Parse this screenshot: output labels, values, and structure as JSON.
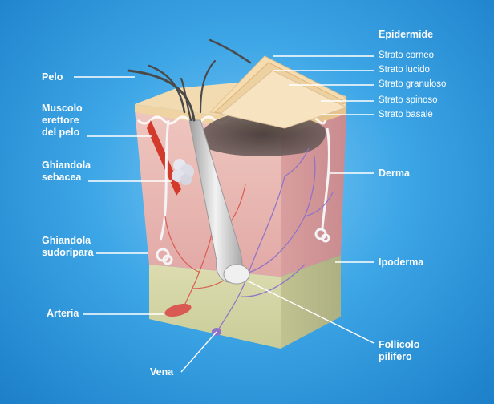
{
  "left_labels": {
    "pelo": "Pelo",
    "muscolo": "Muscolo\nerettore\ndel pelo",
    "ghiandola_sebacea": "Ghiandola\nsebacea",
    "ghiandola_sudoripara": "Ghiandola\nsudoripara",
    "arteria": "Arteria",
    "vena": "Vena"
  },
  "right_labels": {
    "epidermide": "Epidermide",
    "strato_corneo": "Strato corneo",
    "strato_lucido": "Strato lucido",
    "strato_granuloso": "Strato granuloso",
    "strato_spinoso": "Strato spinoso",
    "strato_basale": "Strato basale",
    "derma": "Derma",
    "ipoderma": "Ipoderma",
    "follicolo": "Follicolo\npilifero"
  },
  "colors": {
    "background": "#3da6e6",
    "derma": "#e8b7b4",
    "ipoderma": "#cfd3a3",
    "epidermide": "#f1d8ad",
    "arteria": "#d94b40",
    "vena": "#8e73c9",
    "leader": "#ffffff"
  }
}
